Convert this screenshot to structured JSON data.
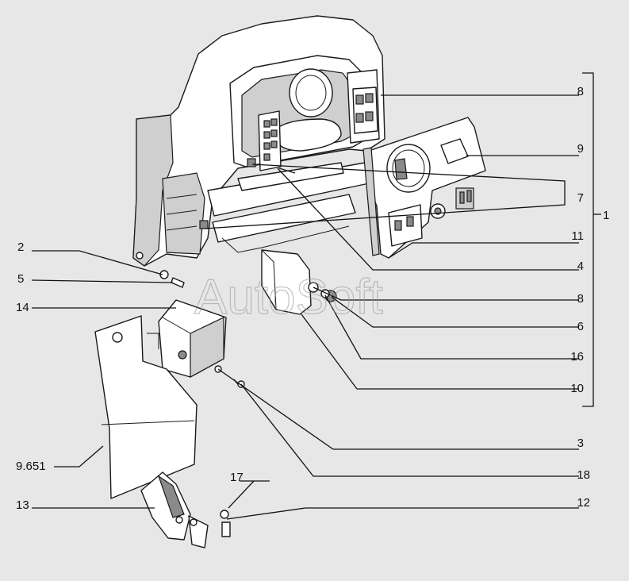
{
  "callouts": {
    "c1": "1",
    "c2": "2",
    "c3": "3",
    "c4": "4",
    "c5": "5",
    "c6": "6",
    "c7": "7",
    "c8a": "8",
    "c8b": "8",
    "c9": "9",
    "c9651": "9.651",
    "c10": "10",
    "c11": "11",
    "c12": "12",
    "c13": "13",
    "c14": "14",
    "c16": "16",
    "c17": "17",
    "c18": "18"
  },
  "watermark": "AutoSoft"
}
